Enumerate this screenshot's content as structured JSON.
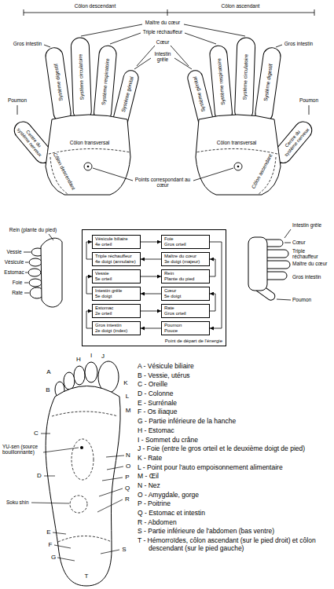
{
  "diagram": {
    "nodes": [
      {
        "text": [
          "Point de départ de l'énergie"
        ]
      },
      {
        "text": [
          "Vésicule biliaire",
          "4e orteil"
        ],
        "in": 0
      },
      {
        "text": [
          "Foie",
          "Gros orteil"
        ],
        "in": 0
      },
      {
        "text": [
          "Triple réchauffeur",
          "4e doigt (annulaire)"
        ],
        "in": 0
      },
      {
        "text": [
          "Maître du cœur",
          "3e doigt (majeur)"
        ],
        "in": 0
      },
      {
        "text": [
          "Vessie",
          "5e orteil"
        ],
        "in": 0
      },
      {
        "text": [
          "Rein",
          "Plante du pied"
        ],
        "in": 0
      },
      {
        "text": [
          "Intestin grêle",
          "5e doigt"
        ],
        "in": 0
      },
      {
        "text": [
          "Cœur",
          "5e doigt"
        ],
        "in": 0
      },
      {
        "text": [
          "Estomac",
          "2e orteil"
        ],
        "in": 0
      },
      {
        "text": [
          "Rate",
          "Gros orteil"
        ],
        "in": 0
      },
      {
        "text": [
          "Gros intestin",
          "2e doigt (index)"
        ],
        "in": 0
      },
      {
        "text": [
          "Poumon",
          "Pouce"
        ],
        "in": 0
      }
    ],
    "edges": [
      {
        "from": 12,
        "to": 11,
        "arrow": "to"
      },
      {
        "from": 11,
        "to": 9,
        "arrow": "to"
      },
      {
        "from": 9,
        "to": 10,
        "arrow": "to"
      },
      {
        "from": 10,
        "to": 8,
        "arrow": "to"
      },
      {
        "from": 8,
        "to": 7,
        "arrow": "to"
      },
      {
        "from": 7,
        "to": 5,
        "arrow": "to"
      },
      {
        "from": 5,
        "to": 6,
        "arrow": "to"
      },
      {
        "from": 6,
        "to": 4,
        "arrow": "to"
      },
      {
        "from": 4,
        "to": 3,
        "arrow": "to"
      },
      {
        "from": 3,
        "to": 1,
        "arrow": "to"
      },
      {
        "from": 1,
        "to": 2,
        "arrow": "to"
      },
      {
        "from": 2,
        "to": 12,
        "arrow": "to"
      }
    ],
    "labels": [
      "Côlon descendant",
      "Côlon ascendant",
      "Maître du cœur",
      "Triple réchauffeur",
      "Cœur",
      "Intestin grêle",
      "Gros intestin",
      "Gros intestin",
      "Poumon",
      "Poumon",
      "Centre du système nerveux",
      "Système digestif",
      "Système circulatoire",
      "Système respiratoire",
      "Système génital",
      "Système génital",
      "Système respiratoire",
      "Système circulatoire",
      "Système digestif",
      "Centre du système nerveux",
      "Côlon transversal",
      "Côlon descendant",
      "Côlon transversal",
      "Côlon ascendant",
      "Points correspondant au cœur",
      "Rein (plante du pied)",
      "Vessie",
      "Vésicule",
      "Estomac",
      "Foie",
      "Rate",
      "Intestin grêle",
      "Cœur",
      "Triple réchauffeur",
      "Maître du cœur",
      "Gros intestin",
      "Poumon",
      "A",
      "B",
      "C",
      "D",
      "E",
      "F",
      "G",
      "H",
      "I",
      "J",
      "K",
      "L",
      "M",
      "N",
      "O",
      "P",
      "Q",
      "R",
      "S",
      "T",
      "YU-sen (source bouillonnante)",
      "Soku shin",
      "A - Vésicule biliaire",
      "B - Vessie, utérus",
      "C - Oreille",
      "D - Colonne",
      "E - Surrénale",
      "F - Os iliaque",
      "G - Partie inférieure de la hanche",
      "H - Estomac",
      "I - Sommet du crâne",
      "J - Foie (entre le gros orteil et le deuxième doigt de pied)",
      "K - Rate",
      "L - Point pour l'auto empoisonnement alimentaire",
      "M - Œil",
      "N - Nez",
      "O - Amygdale, gorge",
      "P - Poitrine",
      "Q - Estomac et intestin",
      "R - Abdomen",
      "S - Partie inférieure de l'abdomen (bas ventre)",
      "T - Hémorroïdes, côlon ascendant (sur le pied droit) et côlon descendant (sur le pied gauche)"
    ]
  }
}
